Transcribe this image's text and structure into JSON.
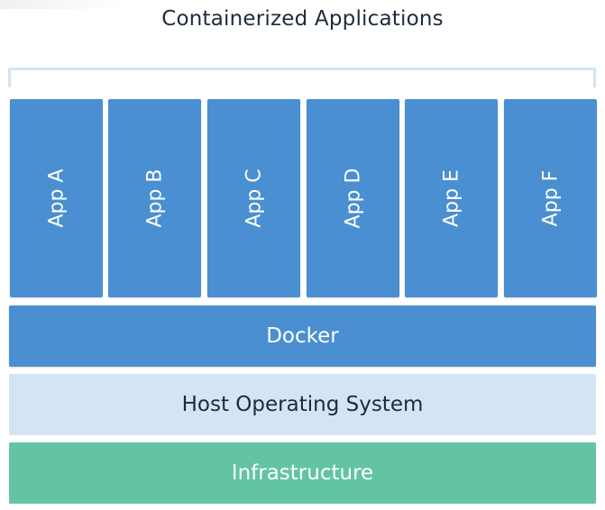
{
  "title": "Containerized Applications",
  "apps": [
    {
      "label": "App A"
    },
    {
      "label": "App B"
    },
    {
      "label": "App C"
    },
    {
      "label": "App D"
    },
    {
      "label": "App E"
    },
    {
      "label": "App F"
    }
  ],
  "layers": {
    "docker": "Docker",
    "host_os": "Host Operating System",
    "infrastructure": "Infrastructure"
  },
  "colors": {
    "app_blue": "#4a8fd1",
    "host_light_blue": "#d3e4f5",
    "infra_green": "#62c4a5",
    "title_text": "#1d2b3a"
  }
}
